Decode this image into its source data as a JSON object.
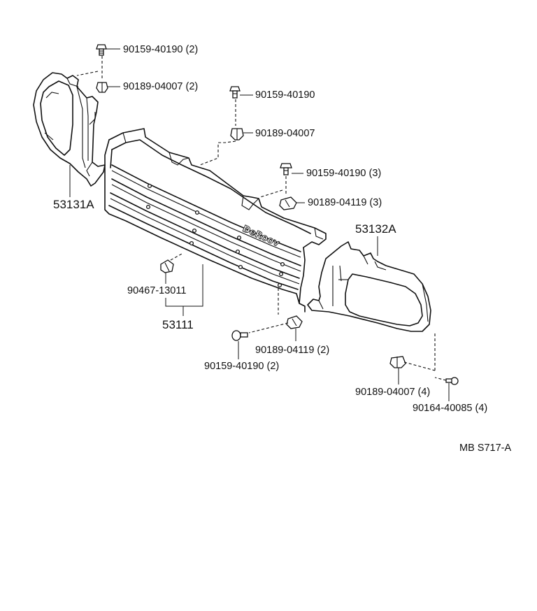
{
  "labels": {
    "screw_top": "90159-40190 (2)",
    "clip_top": "90189-04007 (2)",
    "screw_mid": "90159-40190",
    "clip_mid": "90189-04007",
    "screw_right": "90159-40190 (3)",
    "nut_right": "90189-04119 (3)",
    "left_bracket": "53131A",
    "right_bracket": "53132A",
    "grille_clip": "90467-13011",
    "grille": "53111",
    "nut_low": "90189-04119 (2)",
    "screw_low": "90159-40190 (2)",
    "clip_low": "90189-04007 (4)",
    "screw_small": "90164-40085 (4)",
    "diagram_code": "MB S717-A"
  },
  "grille_badge": "DeRoov"
}
